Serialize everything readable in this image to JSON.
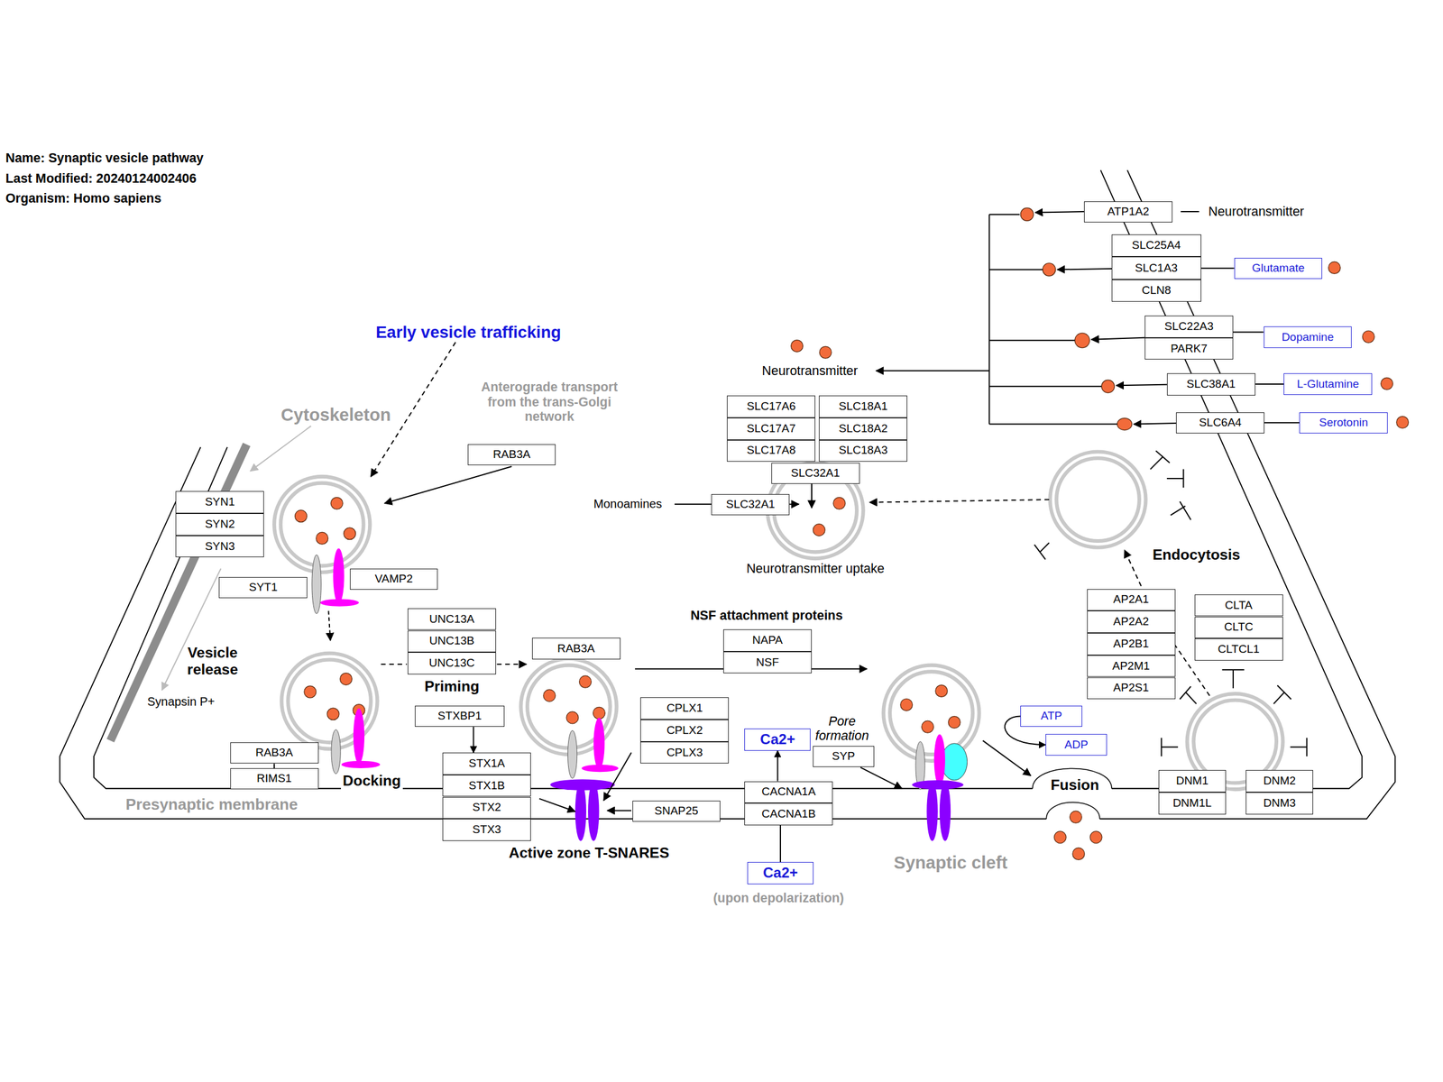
{
  "diagram": {
    "title": "Name: Synaptic vesicle pathway",
    "nodes": [
      {
        "text": [
          "ATP1A2"
        ]
      },
      {
        "text": [
          "SLC25A4"
        ]
      },
      {
        "text": [
          "SLC1A3"
        ]
      },
      {
        "text": [
          "CLN8"
        ]
      },
      {
        "text": [
          "Glutamate"
        ]
      },
      {
        "text": [
          "SLC22A3"
        ]
      },
      {
        "text": [
          "PARK7"
        ]
      },
      {
        "text": [
          "Dopamine"
        ]
      },
      {
        "text": [
          "SLC38A1"
        ]
      },
      {
        "text": [
          "L-Glutamine"
        ]
      },
      {
        "text": [
          "SLC6A4"
        ]
      },
      {
        "text": [
          "Serotonin"
        ]
      },
      {
        "text": [
          "SLC17A6"
        ]
      },
      {
        "text": [
          "SLC17A7"
        ]
      },
      {
        "text": [
          "SLC17A8"
        ]
      },
      {
        "text": [
          "SLC18A1"
        ]
      },
      {
        "text": [
          "SLC18A2"
        ]
      },
      {
        "text": [
          "SLC18A3"
        ]
      },
      {
        "text": [
          "SLC32A1"
        ]
      },
      {
        "text": [
          "SLC32A1"
        ]
      },
      {
        "text": [
          "RAB3A"
        ]
      },
      {
        "text": [
          "SYN1"
        ]
      },
      {
        "text": [
          "SYN2"
        ]
      },
      {
        "text": [
          "SYN3"
        ]
      },
      {
        "text": [
          "SYT1"
        ]
      },
      {
        "text": [
          "VAMP2"
        ]
      },
      {
        "text": [
          "UNC13A"
        ]
      },
      {
        "text": [
          "UNC13B"
        ]
      },
      {
        "text": [
          "UNC13C"
        ]
      },
      {
        "text": [
          "RAB3A"
        ]
      },
      {
        "text": [
          "NAPA"
        ]
      },
      {
        "text": [
          "NSF"
        ]
      },
      {
        "text": [
          "STXBP1"
        ]
      },
      {
        "text": [
          "CPLX1"
        ]
      },
      {
        "text": [
          "CPLX2"
        ]
      },
      {
        "text": [
          "CPLX3"
        ]
      },
      {
        "text": [
          "RAB3A"
        ]
      },
      {
        "text": [
          "RIMS1"
        ]
      },
      {
        "text": [
          "STX1A"
        ]
      },
      {
        "text": [
          "STX1B"
        ]
      },
      {
        "text": [
          "STX2"
        ]
      },
      {
        "text": [
          "STX3"
        ]
      },
      {
        "text": [
          "SNAP25"
        ]
      },
      {
        "text": [
          "Ca2+"
        ]
      },
      {
        "text": [
          "SYP"
        ]
      },
      {
        "text": [
          "CACNA1A"
        ]
      },
      {
        "text": [
          "CACNA1B"
        ]
      },
      {
        "text": [
          "Ca2+"
        ]
      },
      {
        "text": [
          "ATP"
        ]
      },
      {
        "text": [
          "ADP"
        ]
      },
      {
        "text": [
          "AP2A1"
        ]
      },
      {
        "text": [
          "AP2A2"
        ]
      },
      {
        "text": [
          "AP2B1"
        ]
      },
      {
        "text": [
          "AP2M1"
        ]
      },
      {
        "text": [
          "AP2S1"
        ]
      },
      {
        "text": [
          "CLTA"
        ]
      },
      {
        "text": [
          "CLTC"
        ]
      },
      {
        "text": [
          "CLTCL1"
        ]
      },
      {
        "text": [
          "DNM1"
        ]
      },
      {
        "text": [
          "DNM1L"
        ]
      },
      {
        "text": [
          "DNM2"
        ]
      },
      {
        "text": [
          "DNM3"
        ]
      }
    ],
    "edges": [
      {
        "from": 4,
        "to": 2,
        "arrow": "none"
      },
      {
        "from": 7,
        "to": 5,
        "arrow": "none"
      },
      {
        "from": 9,
        "to": 8,
        "arrow": "none"
      },
      {
        "from": 11,
        "to": 10,
        "arrow": "none"
      },
      {
        "from": 32,
        "to": 38,
        "arrow": "to"
      },
      {
        "from": 45,
        "to": 43,
        "arrow": "to"
      },
      {
        "from": 47,
        "to": 46,
        "arrow": "none"
      },
      {
        "from": 48,
        "to": 49,
        "arrow": "to"
      },
      {
        "from": 36,
        "to": 37,
        "arrow": "none"
      }
    ],
    "labels": [
      "Last Modified: 20240124002406",
      "Organism: Homo sapiens",
      "Neurotransmitter",
      "Early vesicle trafficking",
      "Anterograde transport from the trans-Golgi network",
      "Cytoskeleton",
      "Neurotransmitter",
      "Monoamines",
      "Neurotransmitter uptake",
      "Endocytosis",
      "NSF attachment proteins",
      "Vesicle release",
      "Synapsin P+",
      "Priming",
      "Docking",
      "Presynaptic membrane",
      "Active zone T-SNARES",
      "Pore formation",
      "Fusion",
      "Synaptic cleft",
      "(upon depolarization)"
    ]
  }
}
